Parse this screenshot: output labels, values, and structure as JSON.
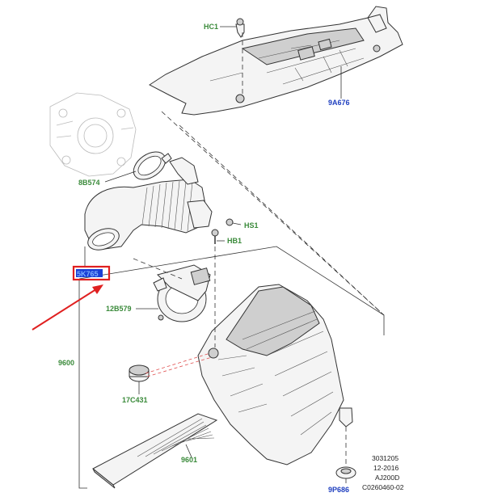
{
  "labels": {
    "hc1": "HC1",
    "a9676": "9A676",
    "b8574": "8B574",
    "hs1": "HS1",
    "hb1": "HB1",
    "k5": "5K765",
    "b12579": "12B579",
    "n9600": "9600",
    "c17431": "17C431",
    "n9601": "9601",
    "p9686": "9P686"
  },
  "drawing_info": {
    "line1": "3031205",
    "line2": "12-2016",
    "line3": "AJ200D",
    "line4": "C0260460-02"
  },
  "colors": {
    "part_label_green": "#3a8a3a",
    "part_label_blue": "#1f3fbf",
    "highlight_box": "#e02020",
    "highlight_fill": "#1a3fd6",
    "arrow": "#e02020"
  }
}
